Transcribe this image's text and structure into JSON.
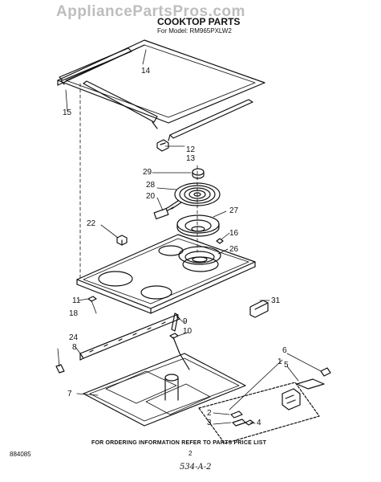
{
  "watermark": "AppliancePartsPros.com",
  "title": "COOKTOP PARTS",
  "subtitle": "For Model: RM965PXLW2",
  "footer": "FOR ORDERING INFORMATION REFER TO PARTS PRICE LIST",
  "doc_number": "884085",
  "page_number": "2",
  "handwritten_note": "534-A-2",
  "callouts": {
    "c1": "1",
    "c2": "2",
    "c3": "3",
    "c4": "4",
    "c5": "5",
    "c6": "6",
    "c7": "7",
    "c8": "8",
    "c9": "9",
    "c10": "10",
    "c11": "11",
    "c12": "12",
    "c13": "13",
    "c14": "14",
    "c15": "15",
    "c16": "16",
    "c18": "18",
    "c20": "20",
    "c22": "22",
    "c24": "24",
    "c26": "26",
    "c27": "27",
    "c28": "28",
    "c29": "29",
    "c31": "31"
  }
}
